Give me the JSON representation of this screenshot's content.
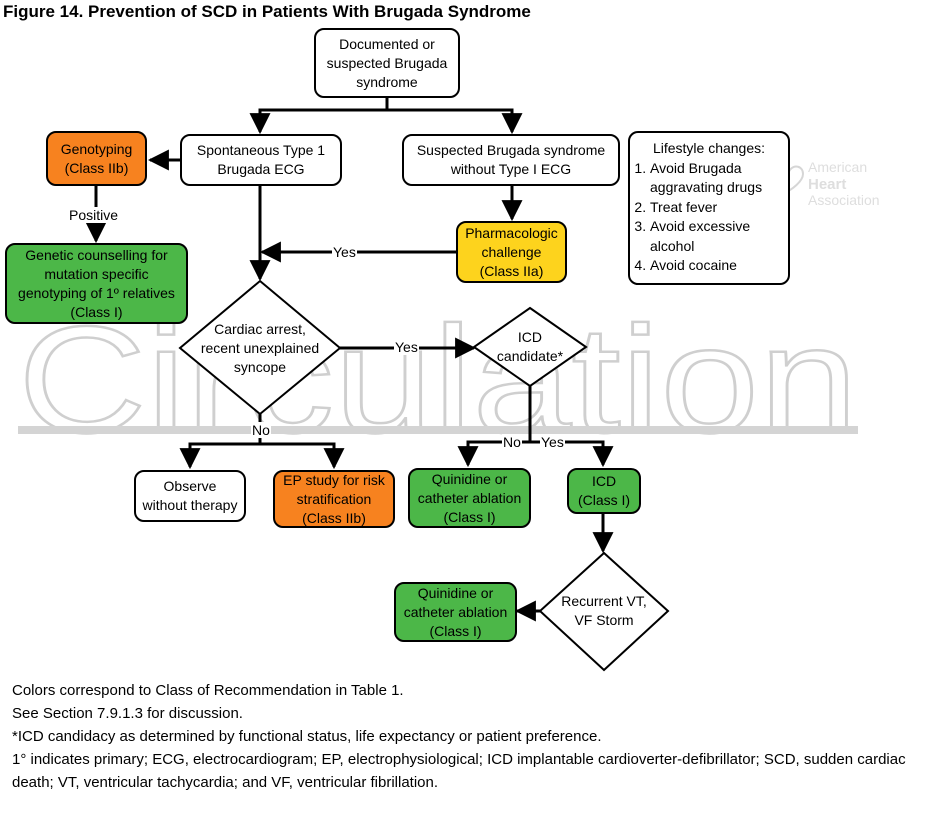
{
  "title": "Figure 14. Prevention of SCD in Patients With Brugada Syndrome",
  "watermark": {
    "text": "Circulation",
    "org_line1": "American",
    "org_line2": "Heart",
    "org_line3": "Association"
  },
  "colors": {
    "class_I": "#4cb748",
    "class_IIa": "#fdd31d",
    "class_IIb": "#f7821f",
    "no_class": "#ffffff",
    "watermark": "#cfcfcf"
  },
  "nodes": {
    "start": "Documented or\nsuspected Brugada\nsyndrome",
    "spontaneous": "Spontaneous Type 1\nBrugada ECG",
    "suspected": "Suspected Brugada syndrome\nwithout Type I ECG",
    "genotyping": "Genotyping\n(Class IIb)",
    "counselling": "Genetic counselling for\nmutation specific\ngenotyping of 1º relatives\n(Class I)",
    "pharmacologic": "Pharmacologic\nchallenge\n(Class IIa)",
    "cardiac_arrest": "Cardiac arrest,\nrecent unexplained\nsyncope",
    "icd_candidate": "ICD\ncandidate*",
    "observe": "Observe\nwithout therapy",
    "ep_study": "EP study for risk\nstratification\n(Class IIb)",
    "quinidine_1": "Quinidine or\ncatheter ablation\n(Class I)",
    "icd": "ICD\n(Class I)",
    "recurrent": "Recurrent VT,\nVF Storm",
    "quinidine_2": "Quinidine or\ncatheter ablation\n(Class I)"
  },
  "lifestyle": {
    "heading": "Lifestyle changes:",
    "items": [
      "Avoid Brugada aggravating drugs",
      "Treat fever",
      "Avoid excessive alcohol",
      "Avoid cocaine"
    ]
  },
  "edge_labels": {
    "positive": "Positive",
    "yes_pharm": "Yes",
    "yes_arrest": "Yes",
    "no_arrest": "No",
    "no_icd": "No",
    "yes_icd": "Yes"
  },
  "footer": [
    "Colors correspond to Class of Recommendation in Table 1.",
    "See Section 7.9.1.3 for discussion.",
    "*ICD candidacy as determined by functional status, life expectancy or patient preference.",
    "1° indicates primary; ECG, electrocardiogram; EP, electrophysiological; ICD implantable cardioverter-defibrillator; SCD, sudden cardiac death; VT, ventricular tachycardia; and VF, ventricular fibrillation."
  ]
}
